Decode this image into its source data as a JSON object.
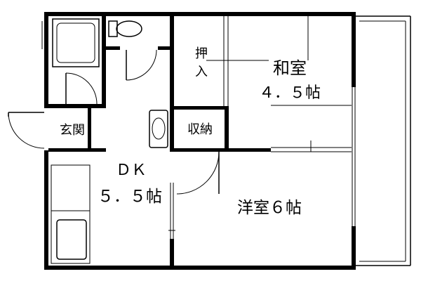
{
  "floor_plan": {
    "rooms": {
      "washitsu": {
        "name": "和室",
        "size": "４．５帖"
      },
      "youshitsu": {
        "name": "洋室６帖"
      },
      "dk": {
        "name": "ＤＫ",
        "size": "５．５帖"
      },
      "oshiire": {
        "chars": [
          "押",
          "入"
        ]
      },
      "shuunou": {
        "name": "収納"
      },
      "genkan": {
        "name": "玄関"
      }
    },
    "colors": {
      "wall": "#000000",
      "background": "#ffffff"
    }
  }
}
